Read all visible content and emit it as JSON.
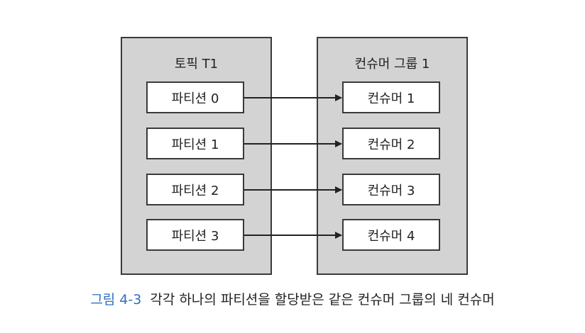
{
  "topic": {
    "title": "토픽 T1",
    "partitions": [
      "파티션 0",
      "파티션 1",
      "파티션 2",
      "파티션 3"
    ]
  },
  "consumer_group": {
    "title": "컨슈머 그룹 1",
    "consumers": [
      "컨슈머 1",
      "컨슈머 2",
      "컨슈머 3",
      "컨슈머 4"
    ]
  },
  "caption": {
    "number": "그림 4-3",
    "text": "각각 하나의 파티션을 할당받은 같은 컨슈머 그룹의 네 컨슈머"
  },
  "colors": {
    "panel_fill": "#d3d3d3",
    "border": "#3a3a3a",
    "caption_number": "#2f6fbf"
  }
}
